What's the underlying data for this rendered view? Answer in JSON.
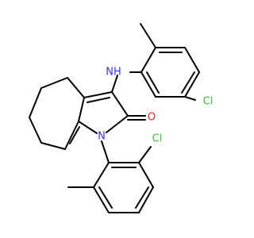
{
  "molecule": {
    "atoms": [
      {
        "id": "N_amine",
        "symbol": "NH",
        "color": "#3333ff"
      },
      {
        "id": "Cl_top",
        "symbol": "Cl",
        "color": "#33cc33"
      },
      {
        "id": "O_carbonyl",
        "symbol": "O",
        "color": "#ff2020"
      },
      {
        "id": "N_ring",
        "symbol": "N",
        "color": "#3333ff"
      },
      {
        "id": "Cl_bottom",
        "symbol": "Cl",
        "color": "#33cc33"
      }
    ],
    "bond_color": "#000000"
  }
}
